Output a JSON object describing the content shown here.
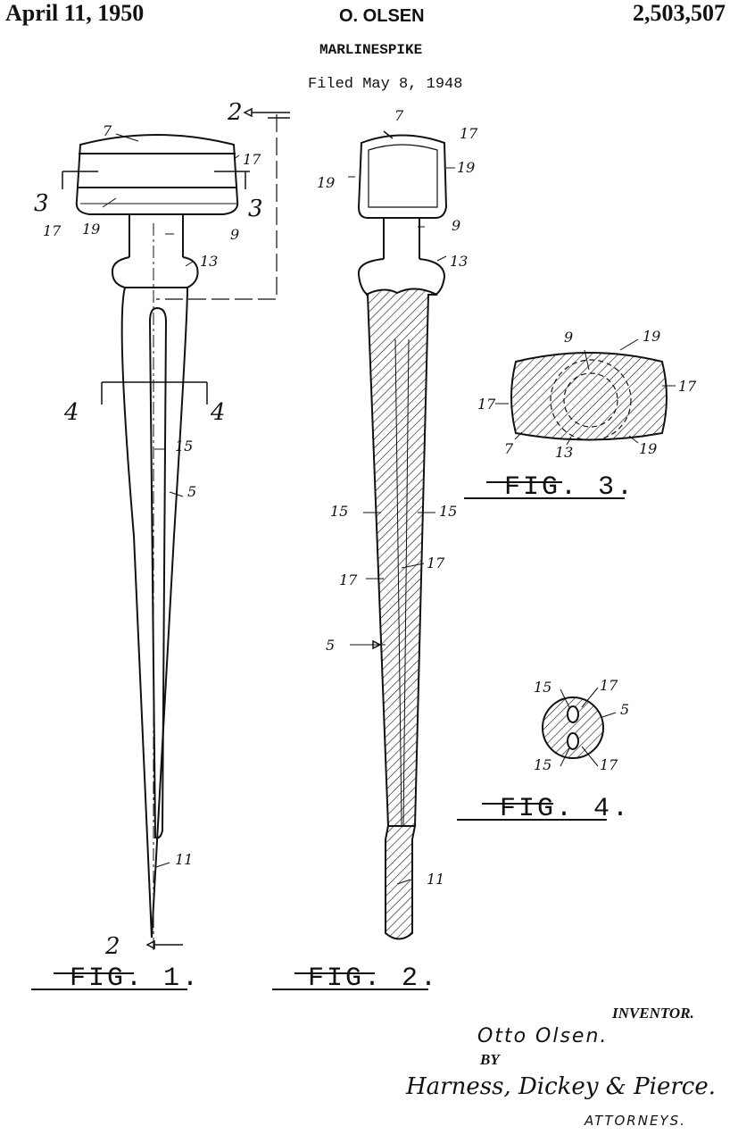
{
  "header": {
    "date": "April 11, 1950",
    "inventor": "O. OLSEN",
    "patent_number": "2,503,507",
    "title": "MARLINESPIKE",
    "filed": "Filed May 8, 1948"
  },
  "figures": {
    "fig1": {
      "caption": "FIG. 1.",
      "refs": {
        "r7": "7",
        "r17a": "17",
        "r17b": "17",
        "r19": "19",
        "r9": "9",
        "r13": "13",
        "r15": "15",
        "r5": "5",
        "r11": "11"
      },
      "sections": {
        "s2top": "2",
        "s2bot": "2",
        "s3l": "3",
        "s3r": "3",
        "s4l": "4",
        "s4r": "4"
      }
    },
    "fig2": {
      "caption": "FIG. 2.",
      "refs": {
        "r7": "7",
        "r17": "17",
        "r19a": "19",
        "r19b": "19",
        "r9": "9",
        "r13": "13",
        "r15a": "15",
        "r15b": "15",
        "r17a": "17",
        "r17b": "17",
        "r5": "5",
        "r11": "11"
      }
    },
    "fig3": {
      "caption": "FIG. 3.",
      "refs": {
        "r9": "9",
        "r19a": "19",
        "r17a": "17",
        "r17b": "17",
        "r7": "7",
        "r13": "13",
        "r19b": "19"
      }
    },
    "fig4": {
      "caption": "FIG. 4.",
      "refs": {
        "r15a": "15",
        "r17a": "17",
        "r5": "5",
        "r15b": "15",
        "r17b": "17"
      }
    }
  },
  "footer": {
    "inventor_label": "INVENTOR.",
    "inventor_signature": "Otto Olsen.",
    "by": "BY",
    "attorneys_signature": "Harness, Dickey & Pierce.",
    "attorneys_label": "ATTORNEYS."
  }
}
